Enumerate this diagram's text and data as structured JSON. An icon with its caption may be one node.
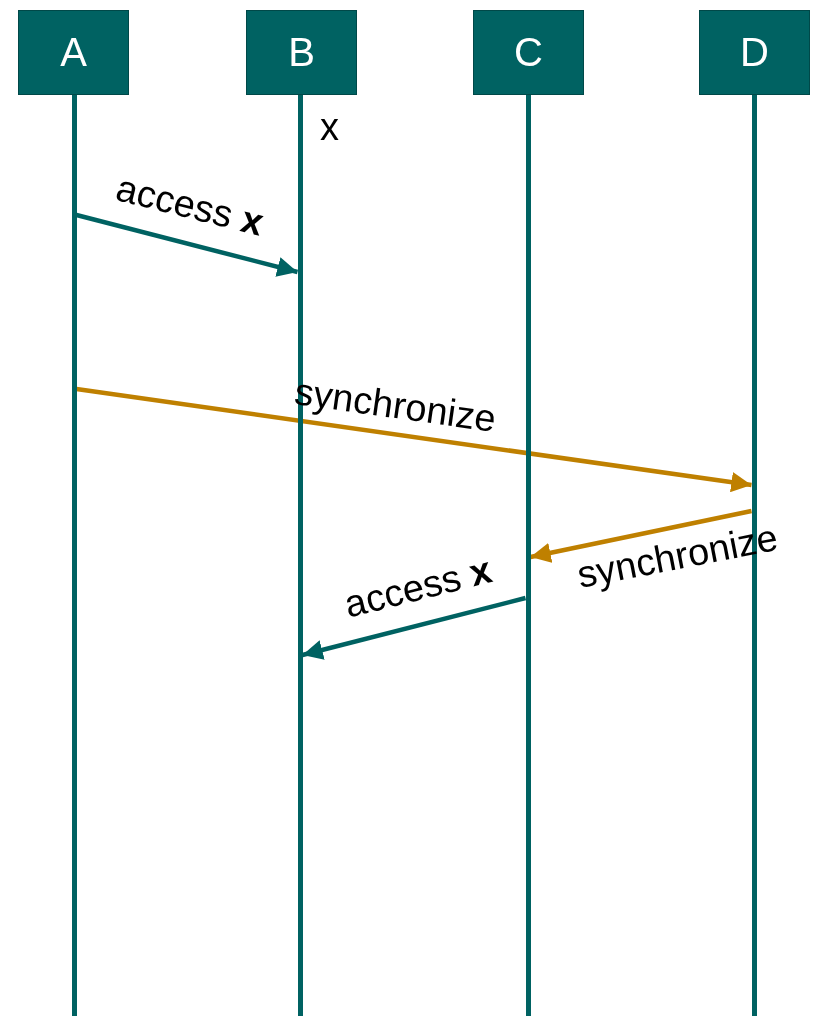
{
  "diagram": {
    "nodes": [
      {
        "text": [
          "A"
        ]
      },
      {
        "text": [
          "B"
        ]
      },
      {
        "text": [
          "C"
        ]
      },
      {
        "text": [
          "D"
        ]
      },
      {
        "text": [],
        "shape": "bar"
      },
      {
        "text": [],
        "shape": "bar"
      },
      {
        "text": [],
        "shape": "bar"
      },
      {
        "text": [],
        "shape": "bar"
      }
    ],
    "edges": [
      {
        "from": 4,
        "to": 5,
        "arrow": "to",
        "label": "access **x**"
      },
      {
        "from": 4,
        "to": 7,
        "arrow": "to",
        "label": "synchronize",
        "color": "#bf8000"
      },
      {
        "from": 7,
        "to": 6,
        "arrow": "to",
        "label": "synchronize",
        "color": "#bf8000"
      },
      {
        "from": 6,
        "to": 5,
        "arrow": "to",
        "label": "access **x**"
      }
    ],
    "labels": [
      "x"
    ]
  }
}
